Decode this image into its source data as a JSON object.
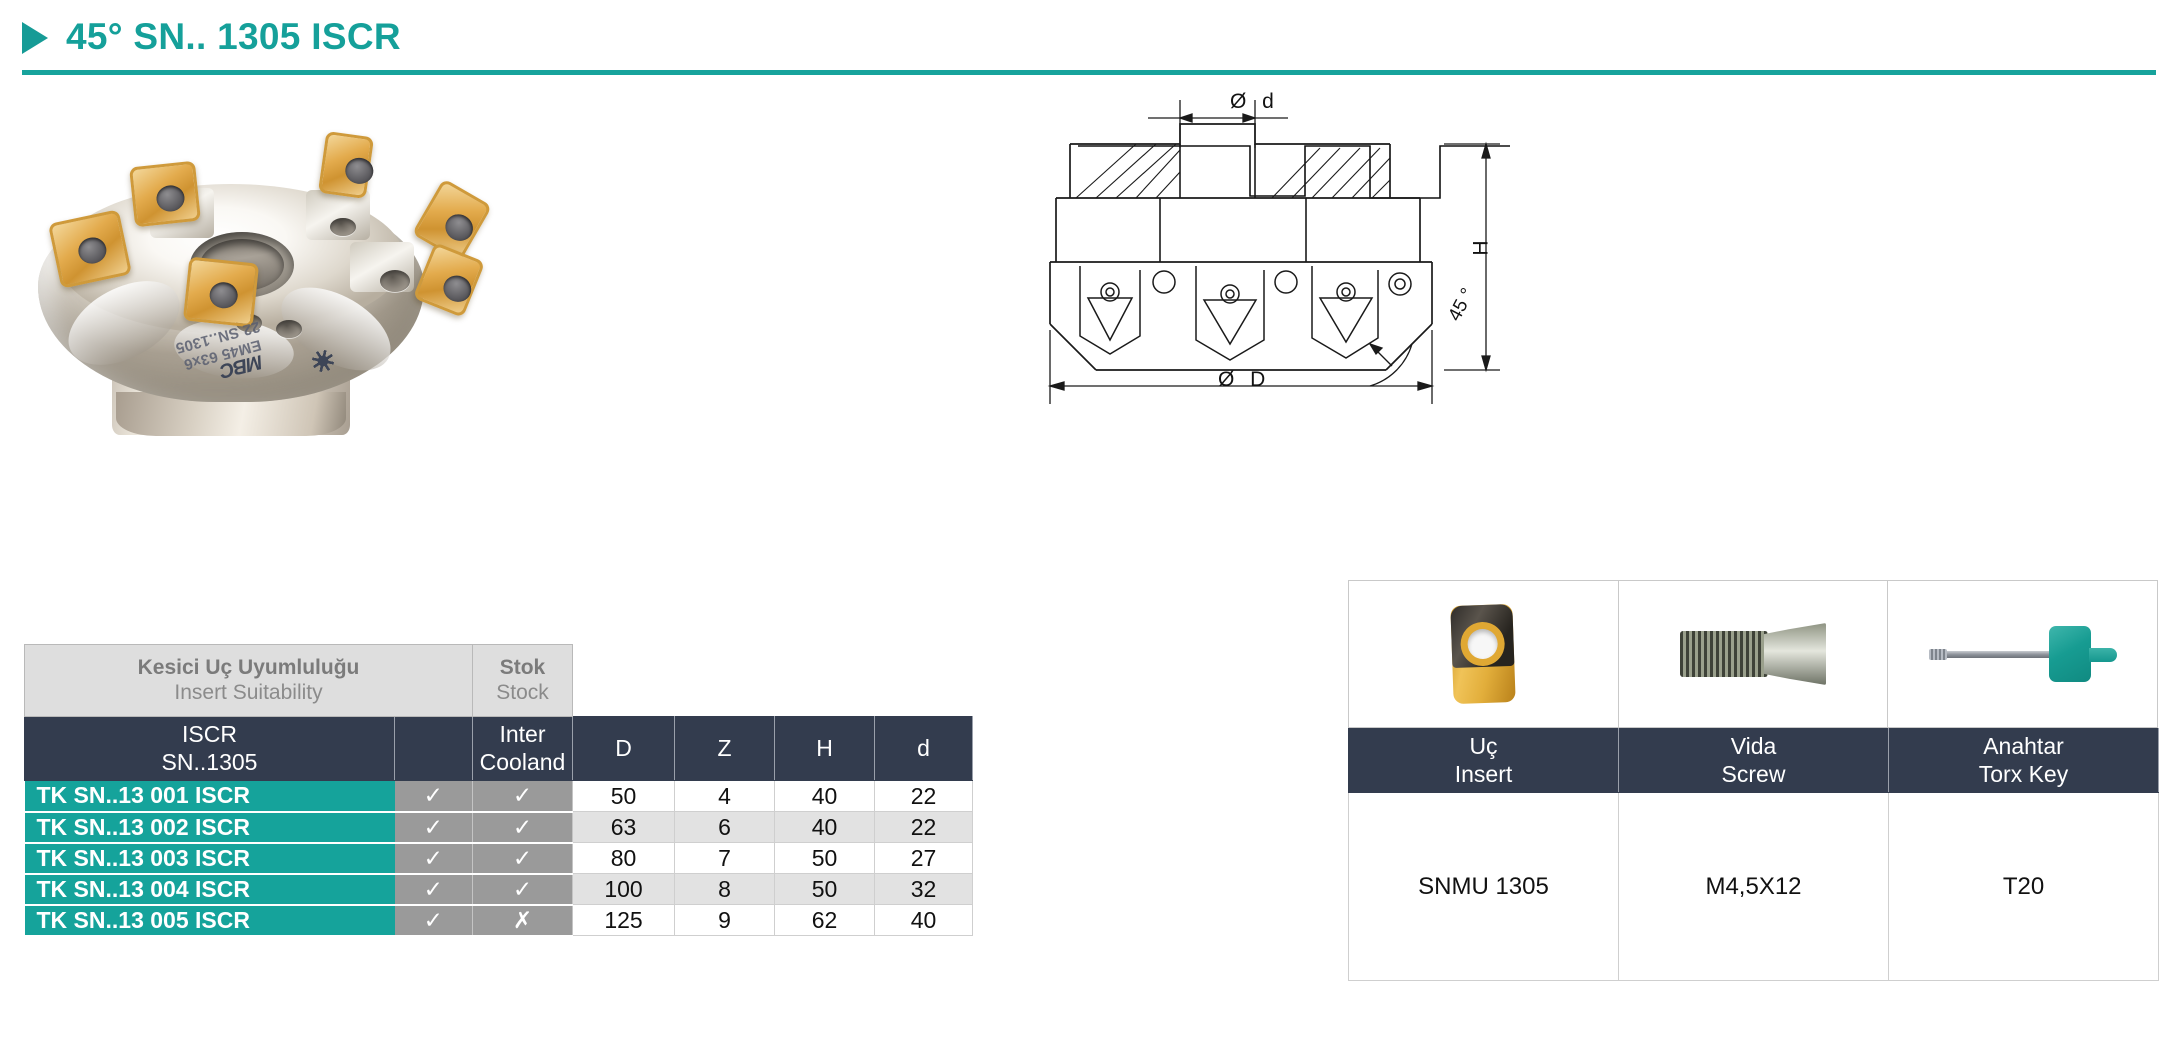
{
  "header": {
    "title": "45° SN.. 1305 ISCR",
    "arrow_icon": "triangle-right-icon",
    "accent_color": "#15a09a",
    "rule_color": "#17a39c"
  },
  "product_photo": {
    "name": "face-mill-cutter-photo",
    "engraving_line1": "EM45 63x6",
    "engraving_line2": "22 SN..1305",
    "brand_mark": "MBC",
    "brand_icon": "sun-star-icon"
  },
  "tech_drawing": {
    "name": "cutter-cross-section-drawing",
    "labels": {
      "bore_diameter": "Ø d",
      "outer_diameter": "Ø D",
      "height": "H",
      "angle": "45 °"
    }
  },
  "accessories_images": [
    {
      "name": "insert-photo",
      "icon": "carbide-insert-icon"
    },
    {
      "name": "screw-photo",
      "icon": "screw-icon"
    },
    {
      "name": "torx-key-photo",
      "icon": "torx-key-icon"
    }
  ],
  "spec_table": {
    "group_headers": {
      "insert_suitability": {
        "tr": "Kesici Uç Uyumluluğu",
        "en": "Insert Suitability"
      },
      "stock": {
        "tr": "Stok",
        "en": "Stock"
      }
    },
    "columns": [
      {
        "key": "code",
        "l1": "ISCR",
        "l2": "SN..1305"
      },
      {
        "key": "stock",
        "l1": "",
        "l2": ""
      },
      {
        "key": "inter_cooland",
        "l1": "Inter",
        "l2": "Cooland"
      },
      {
        "key": "D",
        "l1": "D",
        "l2": ""
      },
      {
        "key": "Z",
        "l1": "Z",
        "l2": ""
      },
      {
        "key": "H",
        "l1": "H",
        "l2": ""
      },
      {
        "key": "d",
        "l1": "d",
        "l2": ""
      }
    ],
    "rows": [
      {
        "code": "TK SN..13 001 ISCR",
        "stock": "✓",
        "inter_cooland": "✓",
        "D": "50",
        "Z": "4",
        "H": "40",
        "d": "22",
        "shade": "white"
      },
      {
        "code": "TK SN..13 002 ISCR",
        "stock": "✓",
        "inter_cooland": "✓",
        "D": "63",
        "Z": "6",
        "H": "40",
        "d": "22",
        "shade": "gray"
      },
      {
        "code": "TK SN..13 003 ISCR",
        "stock": "✓",
        "inter_cooland": "✓",
        "D": "80",
        "Z": "7",
        "H": "50",
        "d": "27",
        "shade": "white"
      },
      {
        "code": "TK SN..13 004 ISCR",
        "stock": "✓",
        "inter_cooland": "✓",
        "D": "100",
        "Z": "8",
        "H": "50",
        "d": "32",
        "shade": "gray"
      },
      {
        "code": "TK SN..13 005 ISCR",
        "stock": "✓",
        "inter_cooland": "✗",
        "D": "125",
        "Z": "9",
        "H": "62",
        "d": "40",
        "shade": "white"
      }
    ],
    "colors": {
      "product_cell_bg": "#15a39b",
      "mark_cell_bg": "#9a9a9a",
      "header_bg": "#333c4e",
      "group_header_bg": "#dedede",
      "row_gray_bg": "#e2e2e2"
    }
  },
  "accessory_table": {
    "columns": [
      {
        "tr": "Uç",
        "en": "Insert",
        "value": "SNMU 1305"
      },
      {
        "tr": "Vida",
        "en": "Screw",
        "value": "M4,5X12"
      },
      {
        "tr": "Anahtar",
        "en": "Torx Key",
        "value": "T20"
      }
    ]
  }
}
